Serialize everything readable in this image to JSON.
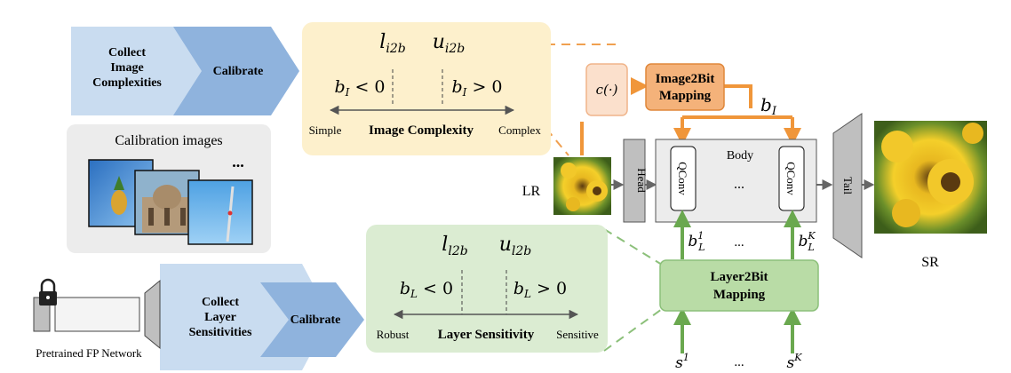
{
  "top_chevrons": {
    "first_label": [
      "Collect",
      "Image",
      "Complexities"
    ],
    "second_label": "Calibrate"
  },
  "bottom_chevrons": {
    "first_label": [
      "Collect",
      "Layer",
      "Sensitivities"
    ],
    "second_label": "Calibrate"
  },
  "calibration_images": {
    "title": "Calibration images",
    "ellipsis": "..."
  },
  "pretrained_network": {
    "label": "Pretrained FP Network"
  },
  "image_complexity_panel": {
    "lower_threshold": "l",
    "lower_threshold_sub": "i2b",
    "upper_threshold": "u",
    "upper_threshold_sub": "i2b",
    "left_region": "b",
    "left_region_sub": "I",
    "left_region_rel": " < 0",
    "right_region": "b",
    "right_region_sub": "I",
    "right_region_rel": " > 0",
    "axis_left": "Simple",
    "axis_title": "Image Complexity",
    "axis_right": "Complex"
  },
  "layer_sensitivity_panel": {
    "lower_threshold": "l",
    "lower_threshold_sub": "l2b",
    "upper_threshold": "u",
    "upper_threshold_sub": "l2b",
    "left_region": "b",
    "left_region_sub": "L",
    "left_region_rel": " < 0",
    "right_region": "b",
    "right_region_sub": "L",
    "right_region_rel": " > 0",
    "axis_left": "Robust",
    "axis_title": "Layer Sensitivity",
    "axis_right": "Sensitive"
  },
  "pipeline": {
    "complexity_fn": "c(·)",
    "image2bit": [
      "Image2Bit",
      "Mapping"
    ],
    "image_bit": "b",
    "image_bit_sub": "I",
    "lr_label": "LR",
    "sr_label": "SR",
    "head_label": "Head",
    "tail_label": "Tail",
    "body_label": "Body",
    "qconv_label": "QConv",
    "body_ellipsis": "...",
    "bits_ellipsis": "...",
    "sens_ellipsis": "...",
    "layer_bit_first": "b",
    "layer_bit_first_sub": "L",
    "layer_bit_first_sup": "1",
    "layer_bit_last": "b",
    "layer_bit_last_sub": "L",
    "layer_bit_last_sup": "K",
    "layer2bit": [
      "Layer2Bit",
      "Mapping"
    ],
    "sens_first": "s",
    "sens_first_sup": "1",
    "sens_last": "s",
    "sens_last_sup": "K"
  },
  "colors": {
    "chevron_fill": "#c9dcf0",
    "chevron_dark": "#8fb3dd",
    "yellow_panel": "#fdf0cc",
    "green_panel": "#dbecd2",
    "orange": "#f0963a",
    "orange_box": "#f4b27a",
    "peach": "#fbe0cc",
    "green_arrow": "#6aa84f",
    "green_box": "#b9dca6",
    "gray_box": "#bfbfbf",
    "light_gray": "#ececec"
  }
}
